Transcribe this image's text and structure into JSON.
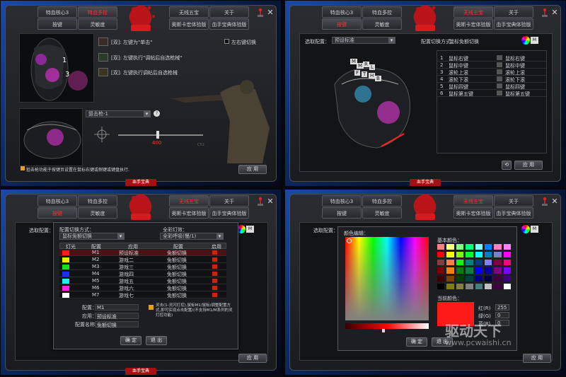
{
  "tabs_row1": [
    "特血核心3",
    "特血多控",
    "无线五宝",
    "关于"
  ],
  "tabs_row2": [
    "按键",
    "灵敏度",
    "奥斯卡宏体验版",
    "血手宝典体验版"
  ],
  "footer": "血手宝典",
  "close_label": "✕",
  "panel1": {
    "shot_modes": [
      "[双]: 左键为\"单击\"",
      "[双]: 左键执行\"调帖后自选枪械\"",
      "[双]: 左键执行调帖后自选枪械"
    ],
    "checkbox_label": "左右键切换",
    "preset_select": "狙击枪-1",
    "slider_value": "400",
    "slider_max": "C52",
    "hint": "狙击枪功能于按键页设置在鼠标右键或侧键或键盘执行.",
    "apply": "应 用"
  },
  "panel2": {
    "config_label": "选取配置：",
    "config_value": "预设标准",
    "switch_label": "配置切换方式：",
    "switch_value": "鼠标免额切换",
    "key_letters": [
      "M",
      "M",
      "R",
      "L",
      "F",
      "T",
      "H",
      "B"
    ],
    "mappings": [
      {
        "key": "1",
        "action": "鼠标右键",
        "value": "鼠标右键"
      },
      {
        "key": "2",
        "action": "鼠标中键",
        "value": "鼠标中键"
      },
      {
        "key": "3",
        "action": "滚轮上滚",
        "value": "滚轮上滚"
      },
      {
        "key": "4",
        "action": "滚轮下滚",
        "value": "滚轮下滚"
      },
      {
        "key": "5",
        "action": "鼠标四键",
        "value": "鼠标四键"
      },
      {
        "key": "6",
        "action": "鼠标第五键",
        "value": "鼠标第五键"
      }
    ],
    "apply": "应 用"
  },
  "panel3": {
    "config_label": "选取配置：",
    "switch_label": "配置切换方式：",
    "switch_value": "鼠标免额切换",
    "light_label": "全彩灯效：",
    "light_value": "全彩呼吸(慢/1)",
    "headers": [
      "灯光",
      "配置",
      "应用",
      "配置",
      "启用"
    ],
    "rows": [
      {
        "color": "#ff1a1a",
        "id": "M1",
        "app": "预设标准",
        "cfg": "免额切换"
      },
      {
        "color": "#e6f000",
        "id": "M2",
        "app": "游戏二",
        "cfg": "免额切换"
      },
      {
        "color": "#19e01c",
        "id": "M3",
        "app": "游戏三",
        "cfg": "免额切换"
      },
      {
        "color": "#1a2dff",
        "id": "M4",
        "app": "游戏四",
        "cfg": "免额切换"
      },
      {
        "color": "#18f0f0",
        "id": "M5",
        "app": "游戏五",
        "cfg": "免额切换"
      },
      {
        "color": "#ff22e4",
        "id": "M6",
        "app": "游戏六",
        "cfg": "免额切换"
      },
      {
        "color": "#ffffff",
        "id": "M7",
        "app": "游戏七",
        "cfg": "免额切换"
      }
    ],
    "form_labels": [
      "配置：",
      "应用：",
      "配置名称："
    ],
    "form_values": [
      "M1",
      "预设标准",
      "免额切换"
    ],
    "warning": "灵击(1-灵闪灯控),鼠标M1/鼠标/调整配置方式,即可实现点击配置/(不支持M1/M系列的灵灯控功能)",
    "ok": "确 定",
    "cancel": "退 出",
    "apply": "应 用"
  },
  "panel4": {
    "config_label": "选取配置：",
    "dialog_title": "颜色编辑：",
    "basic_label": "基本颜色：",
    "current_label": "当前颜色：",
    "channels": [
      {
        "label": "红(R)",
        "value": "255"
      },
      {
        "label": "绿(G)",
        "value": "0"
      },
      {
        "label": "蓝(B)",
        "value": "0"
      }
    ],
    "ok": "确 定",
    "cancel": "退 出",
    "apply": "应 用",
    "current_color": "#ff1a1a",
    "watermark": "驱动天下",
    "watermark_url": "www.pcwaishi.cn"
  }
}
